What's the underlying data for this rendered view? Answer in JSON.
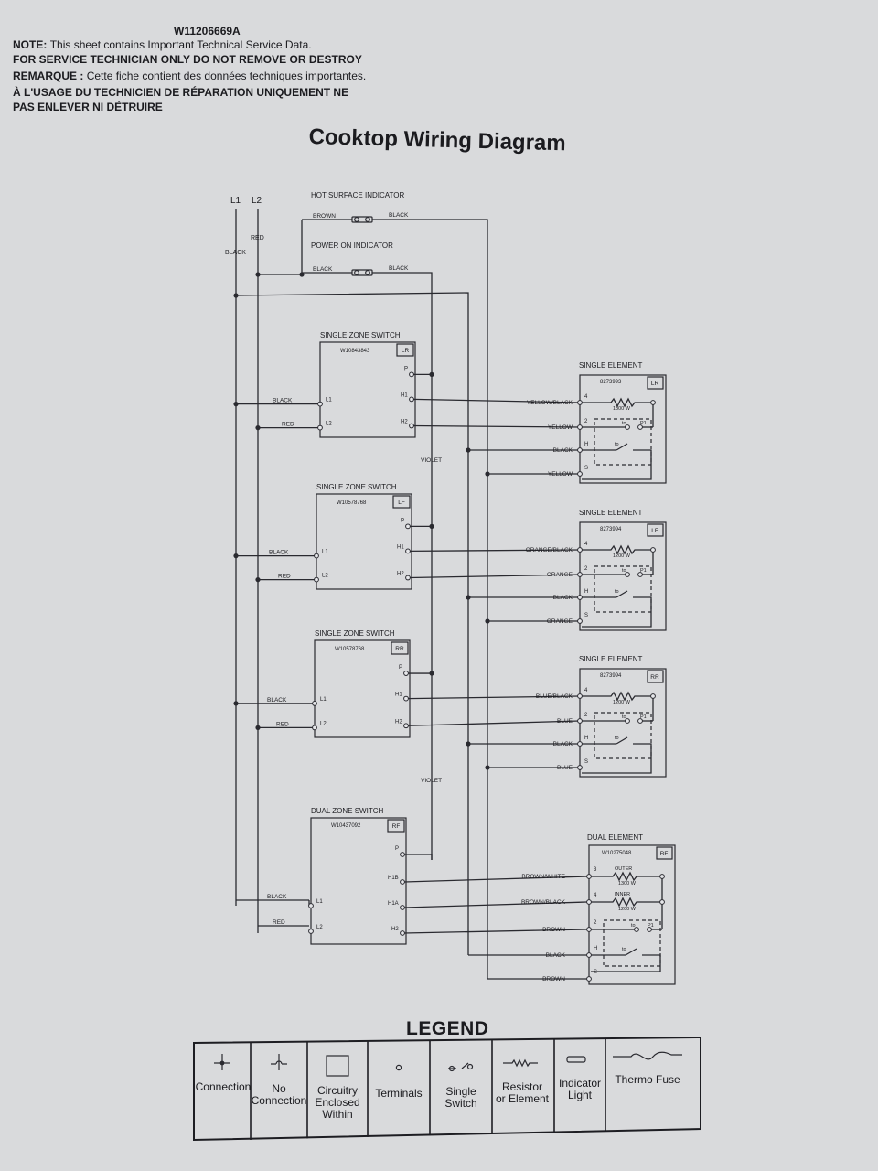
{
  "header": {
    "doc_number": "W11206669A",
    "note_label": "NOTE:",
    "note_text": "This sheet contains Important Technical Service Data.",
    "service_line": "FOR SERVICE TECHNICIAN ONLY DO NOT REMOVE OR DESTROY",
    "remarque_label": "REMARQUE :",
    "remarque_text": "Cette fiche contient des données techniques importantes.",
    "fr_line1": "À L'USAGE DU TECHNICIEN DE RÉPARATION UNIQUEMENT NE",
    "fr_line2": "PAS ENLEVER NI DÉTRUIRE"
  },
  "title": "Cooktop Wiring Diagram",
  "lines": {
    "l1": "L1",
    "l2": "L2",
    "black": "BLACK",
    "red": "RED"
  },
  "indicators": {
    "hot_surface": {
      "label": "HOT SURFACE INDICATOR",
      "in": "BROWN",
      "out": "BLACK"
    },
    "power_on": {
      "label": "POWER ON INDICATOR",
      "in": "BLACK",
      "out": "BLACK"
    }
  },
  "switches": [
    {
      "title": "SINGLE ZONE SWITCH",
      "part": "W10843843",
      "pos": "LR",
      "in1": "BLACK",
      "in2": "RED",
      "t_l1": "L1",
      "t_l2": "L2",
      "t_p": "P",
      "t_h1": "H1",
      "t_h2": "H2"
    },
    {
      "title": "SINGLE ZONE SWITCH",
      "part": "W10578768",
      "pos": "LF",
      "in1": "BLACK",
      "in2": "RED",
      "t_l1": "L1",
      "t_l2": "L2",
      "t_p": "P",
      "t_h1": "H1",
      "t_h2": "H2"
    },
    {
      "title": "SINGLE ZONE SWITCH",
      "part": "W10578768",
      "pos": "RR",
      "in1": "BLACK",
      "in2": "RED",
      "t_l1": "L1",
      "t_l2": "L2",
      "t_p": "P",
      "t_h1": "H1",
      "t_h2": "H2"
    }
  ],
  "dual_switch": {
    "title": "DUAL ZONE SWITCH",
    "part": "W10437092",
    "pos": "RF",
    "in1": "BLACK",
    "in2": "RED",
    "t_l1": "L1",
    "t_l2": "L2",
    "t_p": "P",
    "t_h1b": "H1B",
    "t_h1a": "H1A",
    "t_h2": "H2"
  },
  "violet": "VIOLET",
  "elements": [
    {
      "title": "SINGLE ELEMENT",
      "part": "8273993",
      "pos": "LR",
      "watts": "1800 W",
      "wires": [
        "YELLOW/BLACK",
        "YELLOW",
        "BLACK",
        "YELLOW"
      ],
      "terms": [
        "4",
        "2",
        "H",
        "S"
      ],
      "t_to": "to",
      "t_p1": "P1"
    },
    {
      "title": "SINGLE ELEMENT",
      "part": "8273994",
      "pos": "LF",
      "watts": "1200 W",
      "wires": [
        "ORANGE/BLACK",
        "ORANGE",
        "BLACK",
        "ORANGE"
      ],
      "terms": [
        "4",
        "2",
        "H",
        "S"
      ],
      "t_to": "to",
      "t_p1": "P1"
    },
    {
      "title": "SINGLE ELEMENT",
      "part": "8273994",
      "pos": "RR",
      "watts": "1200 W",
      "wires": [
        "BLUE/BLACK",
        "BLUE",
        "BLACK",
        "BLUE"
      ],
      "terms": [
        "4",
        "2",
        "H",
        "S"
      ],
      "t_to": "to",
      "t_p1": "P1"
    }
  ],
  "dual_element": {
    "title": "DUAL ELEMENT",
    "part": "W10275048",
    "pos": "RF",
    "outer_label": "OUTER",
    "outer_watts": "1300 W",
    "inner_label": "INNER",
    "inner_watts": "1200 W",
    "wires": [
      "BROWN/WHITE",
      "BROWN/BLACK",
      "BROWN",
      "BLACK",
      "BROWN"
    ],
    "terms": [
      "3",
      "4",
      "2",
      "H",
      "S"
    ],
    "t_to": "to",
    "t_p1": "P1"
  },
  "legend": {
    "title": "LEGEND",
    "items": [
      {
        "icon": "connection-icon",
        "lines": [
          "Connection"
        ]
      },
      {
        "icon": "no-connection-icon",
        "lines": [
          "No",
          "Connection"
        ]
      },
      {
        "icon": "circuitry-enclosed-icon",
        "lines": [
          "Circuitry",
          "Enclosed",
          "Within"
        ]
      },
      {
        "icon": "terminal-icon",
        "lines": [
          "Terminals"
        ]
      },
      {
        "icon": "single-switch-icon",
        "lines": [
          "Single",
          "Switch"
        ]
      },
      {
        "icon": "resistor-icon",
        "lines": [
          "Resistor",
          "or Element"
        ]
      },
      {
        "icon": "indicator-light-icon",
        "lines": [
          "Indicator",
          "Light"
        ]
      },
      {
        "icon": "thermo-fuse-icon",
        "lines": [
          "Thermo Fuse"
        ]
      }
    ]
  }
}
